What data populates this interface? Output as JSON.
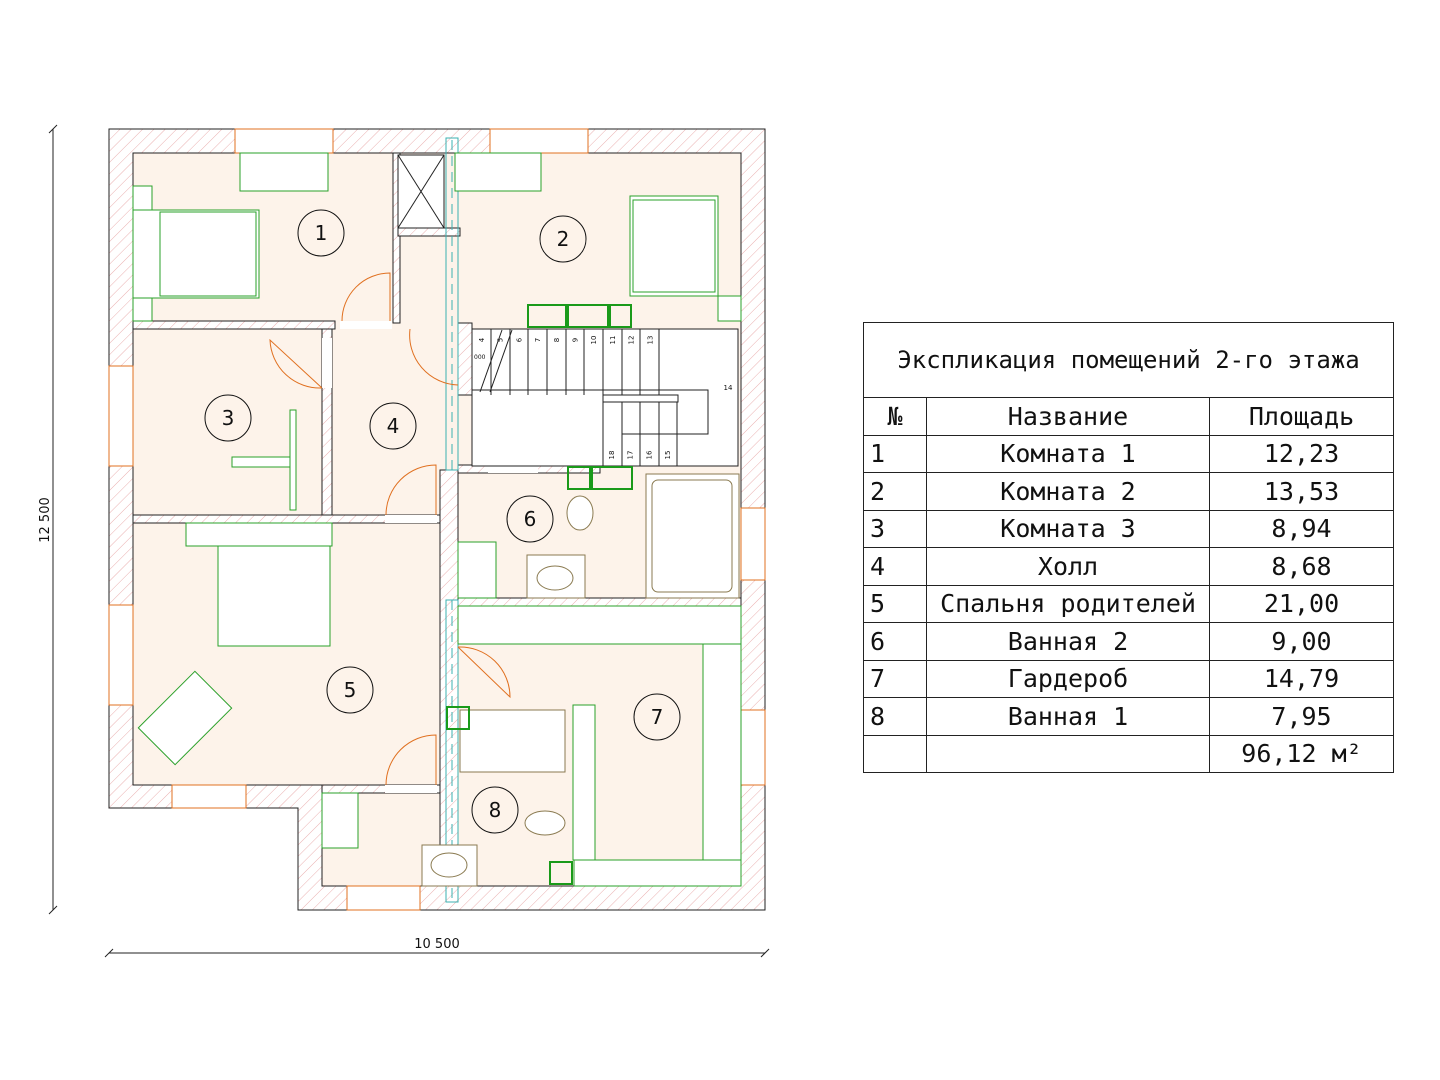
{
  "plan": {
    "rooms": [
      {
        "number": "1"
      },
      {
        "number": "2"
      },
      {
        "number": "3"
      },
      {
        "number": "4"
      },
      {
        "number": "5"
      },
      {
        "number": "6"
      },
      {
        "number": "7"
      },
      {
        "number": "8"
      }
    ],
    "stair_steps": [
      "4",
      "5",
      "6",
      "7",
      "8",
      "9",
      "10",
      "11",
      "12",
      "13",
      "14",
      "15",
      "16",
      "17",
      "18"
    ],
    "stair_mark": "000",
    "dimension_height": "12 500",
    "dimension_width": "10 500"
  },
  "table": {
    "title": "Экспликация помещений 2-го этажа",
    "headers": {
      "num": "№",
      "name": "Название",
      "area": "Площадь"
    },
    "rows": [
      {
        "num": "1",
        "name": "Комната 1",
        "area": "12,23"
      },
      {
        "num": "2",
        "name": "Комната 2",
        "area": "13,53"
      },
      {
        "num": "3",
        "name": "Комната 3",
        "area": "8,94"
      },
      {
        "num": "4",
        "name": "Холл",
        "area": "8,68"
      },
      {
        "num": "5",
        "name": "Спальня родителей",
        "area": "21,00"
      },
      {
        "num": "6",
        "name": "Ванная 2",
        "area": "9,00"
      },
      {
        "num": "7",
        "name": "Гардероб",
        "area": "14,79"
      },
      {
        "num": "8",
        "name": "Ванная 1",
        "area": "7,95"
      }
    ],
    "total": "96,12 м²"
  },
  "colors": {
    "room_fill": "#fdf3ea",
    "wall_hatch": "#e8a0a0",
    "furniture": "#2aa02a",
    "door": "#e07020",
    "glass": "#3bb0b0"
  }
}
